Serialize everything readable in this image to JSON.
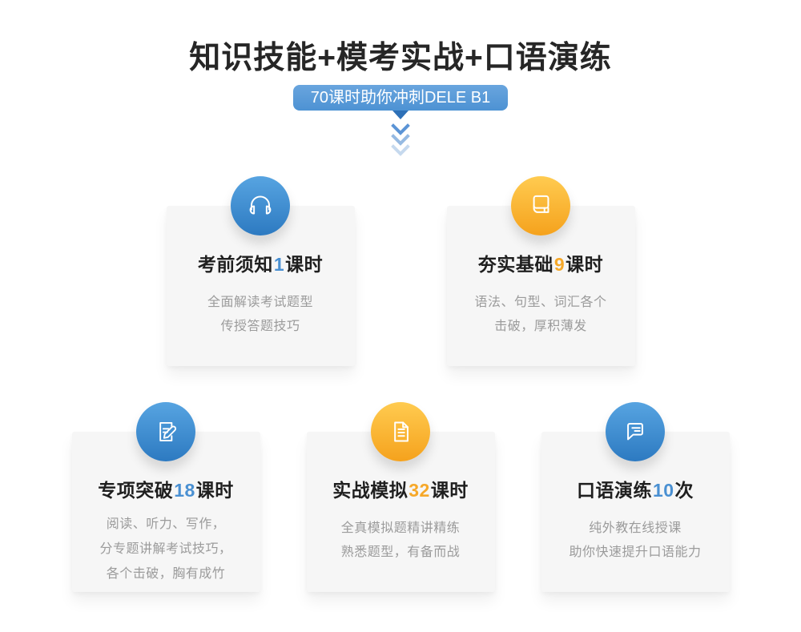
{
  "header": {
    "title": "知识技能+模考实战+口语演练",
    "badge_label": "70课时助你冲刺DELE B1"
  },
  "colors": {
    "blue_accent": "#4a90d2",
    "orange_accent": "#f6a829",
    "badge_blue": "#5597d7",
    "badge_pointer_blue": "#2d70b7",
    "card_background": "#f6f6f6",
    "title_text": "#262626",
    "body_text": "#9b9b9b"
  },
  "cards": [
    {
      "icon": "headphones-icon",
      "accent": "blue",
      "title_prefix": "考前须知",
      "title_number": "1",
      "title_suffix": "课时",
      "lines": [
        "全面解读考试题型",
        "传授答题技巧"
      ]
    },
    {
      "icon": "book-icon",
      "accent": "orange",
      "title_prefix": "夯实基础",
      "title_number": "9",
      "title_suffix": "课时",
      "lines": [
        "语法、句型、词汇各个",
        "击破，厚积薄发"
      ]
    },
    {
      "icon": "document-pencil-icon",
      "accent": "blue",
      "title_prefix": "专项突破",
      "title_number": "18",
      "title_suffix": "课时",
      "lines": [
        "阅读、听力、写作，",
        "分专题讲解考试技巧，",
        "各个击破，胸有成竹"
      ]
    },
    {
      "icon": "document-icon",
      "accent": "orange",
      "title_prefix": "实战模拟",
      "title_number": "32",
      "title_suffix": "课时",
      "lines": [
        "全真模拟题精讲精练",
        "熟悉题型，有备而战"
      ]
    },
    {
      "icon": "speech-bubble-icon",
      "accent": "blue",
      "title_prefix": "口语演练",
      "title_number": "10",
      "title_suffix": "次",
      "lines": [
        "纯外教在线授课",
        "助你快速提升口语能力"
      ]
    }
  ]
}
